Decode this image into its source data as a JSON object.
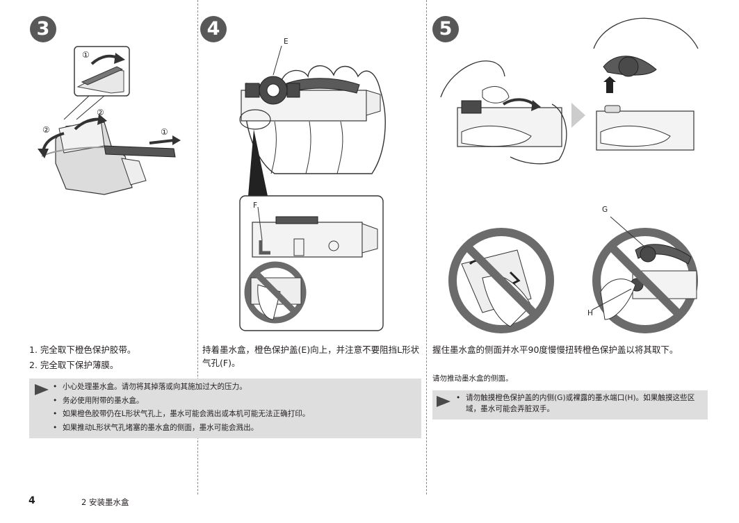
{
  "steps": {
    "s3": {
      "number": "3",
      "lines": [
        "1. 完全取下橙色保护胶带。",
        "2. 完全取下保护薄膜。"
      ],
      "callouts": [
        "①",
        "②",
        "②",
        "①"
      ],
      "notes": [
        "小心处理墨水盒。请勿将其掉落或向其施加过大的压力。",
        "务必使用附带的墨水盒。",
        "如果橙色胶带仍在L形状气孔上，墨水可能会溅出或本机可能无法正确打印。",
        "如果推动L形状气孔堵塞的墨水盒的侧面，墨水可能会溅出。"
      ]
    },
    "s4": {
      "number": "4",
      "caption": "持着墨水盒，橙色保护盖(E)向上，并注意不要阻挡L形状气孔(F)。",
      "label_e": "E",
      "label_f": "F"
    },
    "s5": {
      "number": "5",
      "caption": "握住墨水盒的侧面并水平90度慢慢扭转橙色保护盖以将其取下。",
      "caption2": "请勿推动墨水盒的侧面。",
      "label_g": "G",
      "label_h": "H",
      "note": "请勿触摸橙色保护盖的内侧(G)或裸露的墨水端口(H)。如果触摸这些区域，墨水可能会弄脏双手。"
    }
  },
  "footer": {
    "page_number": "4",
    "section": "2 安装墨水盒"
  },
  "colors": {
    "badge": "#585858",
    "note_bg": "#dedede",
    "prohibit": "#6b6b6b",
    "cap_orange": "#5a5a5a"
  }
}
